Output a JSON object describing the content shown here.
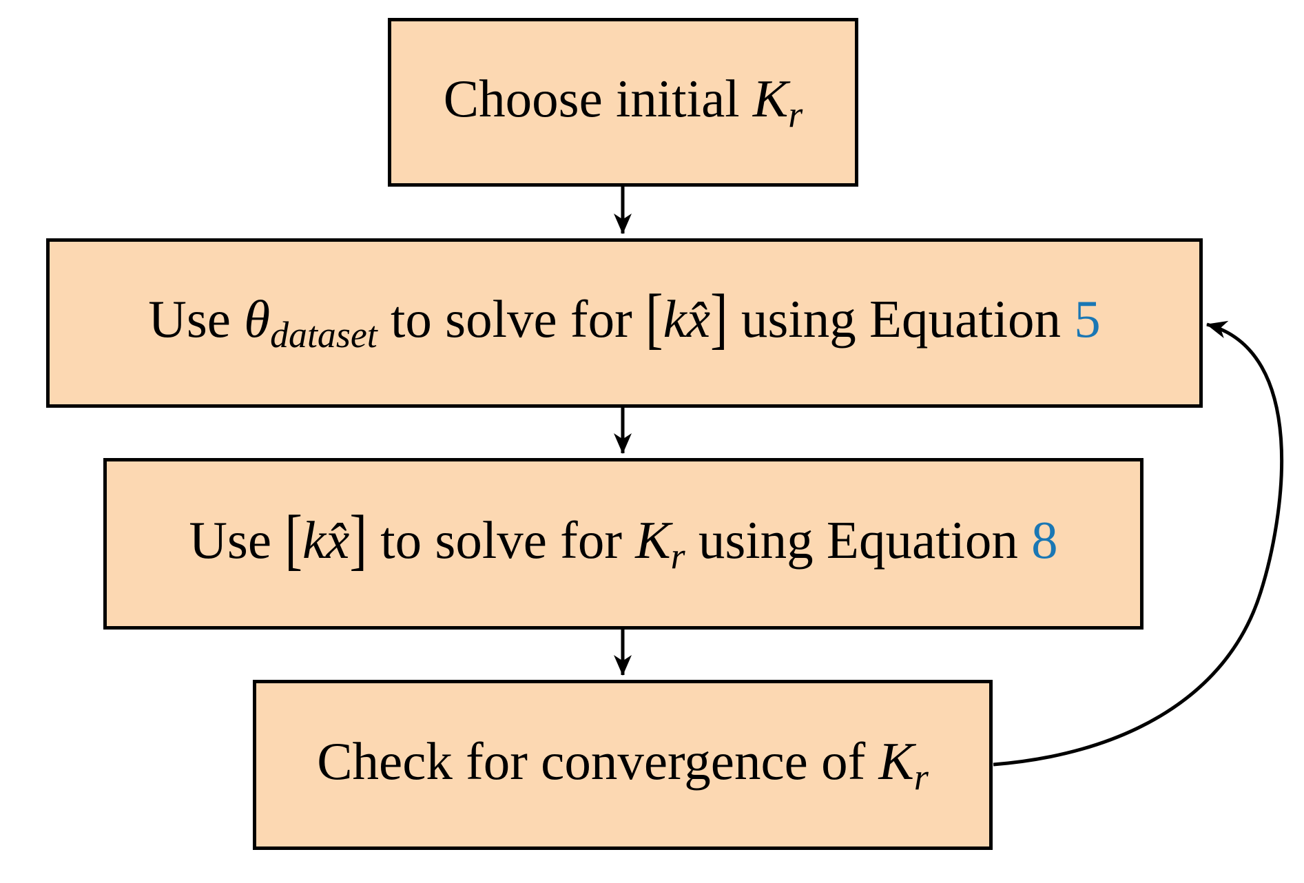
{
  "diagram": {
    "type": "flowchart",
    "colors": {
      "background": "#FFFFFF",
      "box_fill": "#FCD8B2",
      "box_border": "#000000",
      "arrow": "#000000",
      "text": "#000000",
      "equation_link": "#1A77B4"
    },
    "boxes": [
      {
        "id": "choose-initial-kr",
        "plain_text": "Choose initial Kr",
        "segments": [
          {
            "t": "Choose initial ",
            "s": "plain"
          },
          {
            "t": "K",
            "s": "var"
          },
          {
            "t": "r",
            "s": "sub"
          }
        ]
      },
      {
        "id": "solve-kx-equation-5",
        "plain_text": "Use θdataset to solve for [kx̂] using Equation 5",
        "segments": [
          {
            "t": "Use ",
            "s": "plain"
          },
          {
            "t": "θ",
            "s": "var"
          },
          {
            "t": "dataset",
            "s": "sub"
          },
          {
            "t": " to solve for ",
            "s": "plain"
          },
          {
            "t": "[",
            "s": "bracket"
          },
          {
            "t": "k",
            "s": "var"
          },
          {
            "t": "x̂",
            "s": "var"
          },
          {
            "t": "]",
            "s": "bracket"
          },
          {
            "t": " using Equation ",
            "s": "plain"
          },
          {
            "t": "5",
            "s": "eqref"
          }
        ]
      },
      {
        "id": "solve-kr-equation-8",
        "plain_text": "Use [kx̂] to solve for Kr using Equation 8",
        "segments": [
          {
            "t": "Use ",
            "s": "plain"
          },
          {
            "t": "[",
            "s": "bracket"
          },
          {
            "t": "k",
            "s": "var"
          },
          {
            "t": "x̂",
            "s": "var"
          },
          {
            "t": "]",
            "s": "bracket"
          },
          {
            "t": " to solve for ",
            "s": "plain"
          },
          {
            "t": "K",
            "s": "var"
          },
          {
            "t": "r",
            "s": "sub"
          },
          {
            "t": " using Equation ",
            "s": "plain"
          },
          {
            "t": "8",
            "s": "eqref"
          }
        ]
      },
      {
        "id": "check-convergence-kr",
        "plain_text": "Check for convergence of Kr",
        "segments": [
          {
            "t": "Check for convergence of ",
            "s": "plain"
          },
          {
            "t": "K",
            "s": "var"
          },
          {
            "t": "r",
            "s": "sub"
          }
        ]
      }
    ],
    "edges": [
      {
        "from": "choose-initial-kr",
        "to": "solve-kx-equation-5",
        "style": "straight-down"
      },
      {
        "from": "solve-kx-equation-5",
        "to": "solve-kr-equation-8",
        "style": "straight-down"
      },
      {
        "from": "solve-kr-equation-8",
        "to": "check-convergence-kr",
        "style": "straight-down"
      },
      {
        "from": "check-convergence-kr",
        "to": "solve-kx-equation-5",
        "style": "loop-right"
      }
    ]
  }
}
